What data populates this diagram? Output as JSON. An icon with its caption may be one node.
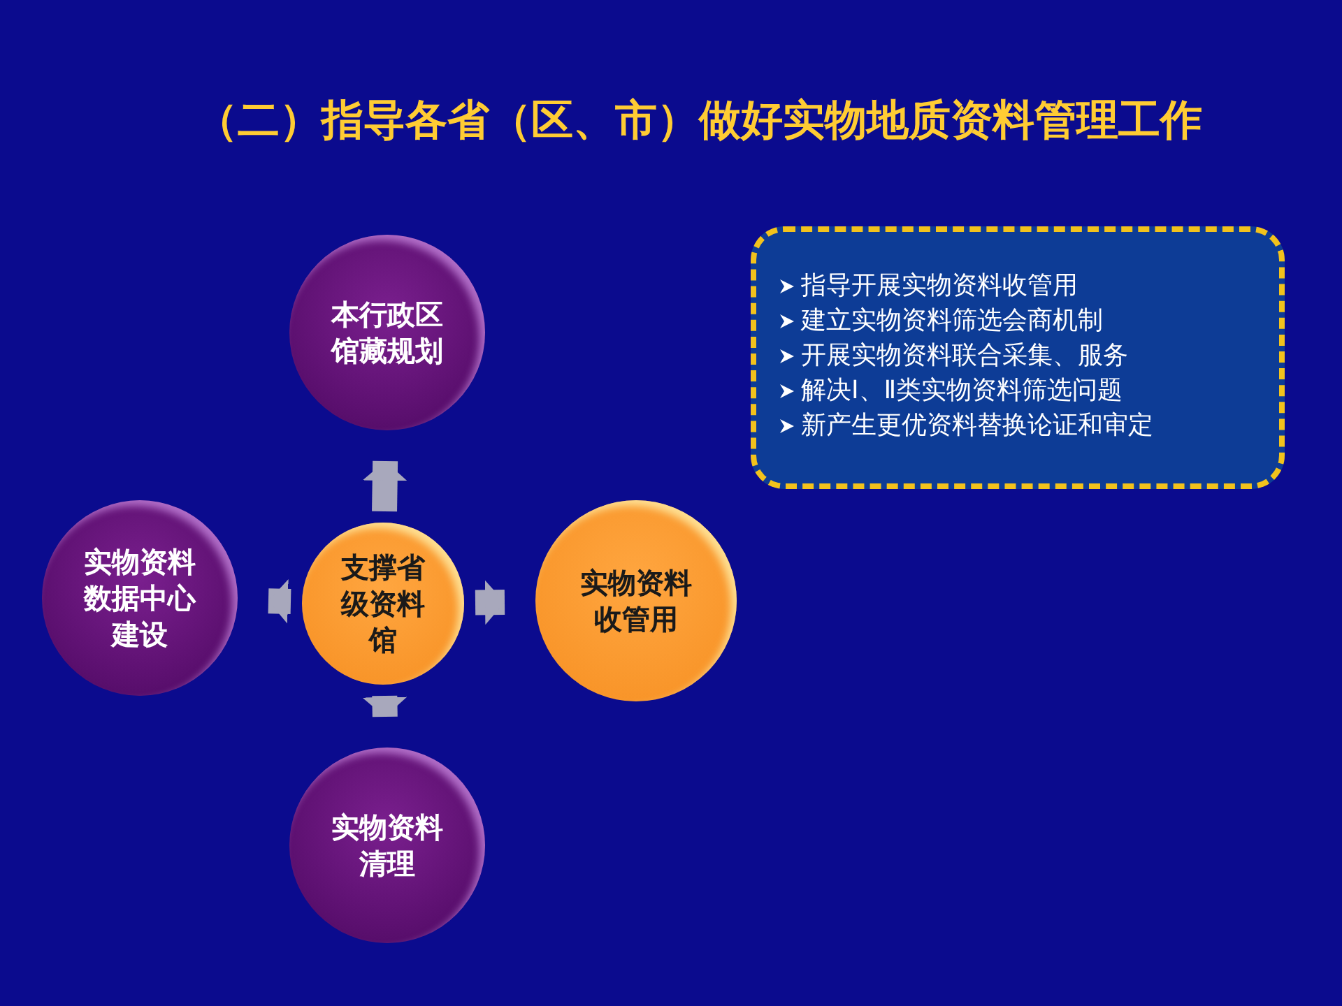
{
  "diagram": {
    "title": "（二）指导各省（区、市）做好实物地质资料管理工作",
    "nodes": [
      {
        "text": [
          "支撑省级资料馆"
        ]
      },
      {
        "text": [
          "本行政区馆藏规划"
        ]
      },
      {
        "text": [
          "实物资料数据中心建设"
        ]
      },
      {
        "text": [
          "实物资料收管用"
        ]
      },
      {
        "text": [
          "实物资料清理"
        ]
      },
      {
        "text": [
          "指导开展实物资料收管用",
          "建立实物资料筛选会商机制",
          "开展实物资料联合采集、服务",
          "解决Ⅰ、Ⅱ类实物资料筛选问题",
          "新产生更优资料替换论证和审定"
        ]
      }
    ],
    "edges": [
      {
        "from": 0,
        "to": 1,
        "arrow": "to"
      },
      {
        "from": 0,
        "to": 2,
        "arrow": "to"
      },
      {
        "from": 0,
        "to": 3,
        "arrow": "to"
      },
      {
        "from": 0,
        "to": 4,
        "arrow": "to"
      }
    ]
  }
}
